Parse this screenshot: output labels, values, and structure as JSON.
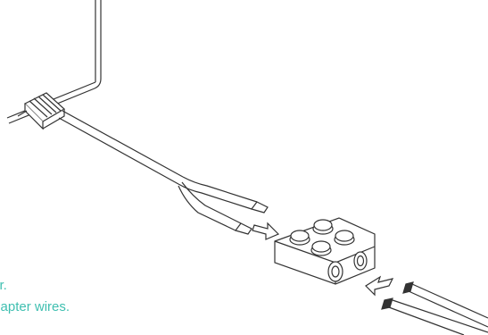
{
  "caption": {
    "line1": "matter.",
    "line2": "C Adapter wires."
  },
  "colors": {
    "line": "#333333",
    "accent_text": "#3fbfb0",
    "background": "#ffffff"
  },
  "icons": {
    "adapter_cable_icon": "adapter-cable-illustration",
    "terminal_block_icon": "terminal-block-illustration",
    "arrow_left_icon": "insert-arrow-left",
    "arrow_right_icon": "insert-arrow-right"
  }
}
